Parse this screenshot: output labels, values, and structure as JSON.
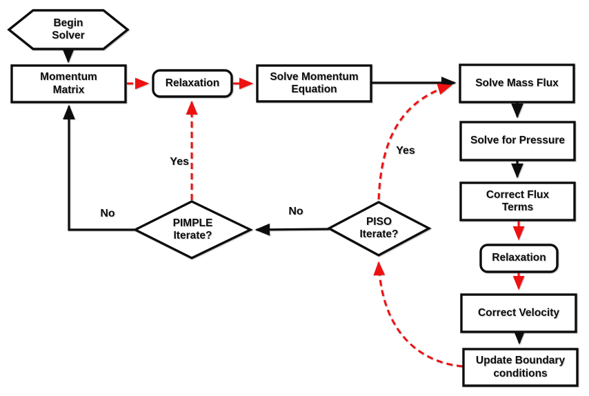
{
  "diagram": {
    "title": "PIMPLE/PISO solver loop flowchart",
    "colors": {
      "line_black": "#0d0d0d",
      "accent_red": "#ee1111",
      "node_fill": "#ffffff",
      "background": "#ffffff"
    },
    "nodes": {
      "begin_solver": {
        "label": "Begin Solver",
        "shape": "hexagon"
      },
      "momentum_matrix": {
        "label": "Momentum Matrix",
        "shape": "rect"
      },
      "relaxation_1": {
        "label": "Relaxation",
        "shape": "rounded-rect"
      },
      "solve_momentum_equation": {
        "label": "Solve Momentum Equation",
        "shape": "rect"
      },
      "solve_mass_flux": {
        "label": "Solve Mass Flux",
        "shape": "rect"
      },
      "solve_for_pressure": {
        "label": "Solve for Pressure",
        "shape": "rect"
      },
      "correct_flux_terms": {
        "label": "Correct Flux Terms",
        "shape": "rect"
      },
      "relaxation_2": {
        "label": "Relaxation",
        "shape": "rounded-rect"
      },
      "correct_velocity": {
        "label": "Correct Velocity",
        "shape": "rect"
      },
      "update_boundary_conditions": {
        "label": "Update Boundary conditions",
        "shape": "rect"
      },
      "pimple_iterate": {
        "label": "PIMPLE Iterate?",
        "shape": "diamond"
      },
      "piso_iterate": {
        "label": "PISO Iterate?",
        "shape": "diamond"
      }
    },
    "edge_labels": {
      "pimple_yes": "Yes",
      "pimple_no": "No",
      "piso_yes": "Yes",
      "piso_no": "No"
    },
    "edge_styles": {
      "solid_black": "implicit / momentum path",
      "dashed_red": "relaxation / iterate-yes path"
    }
  }
}
